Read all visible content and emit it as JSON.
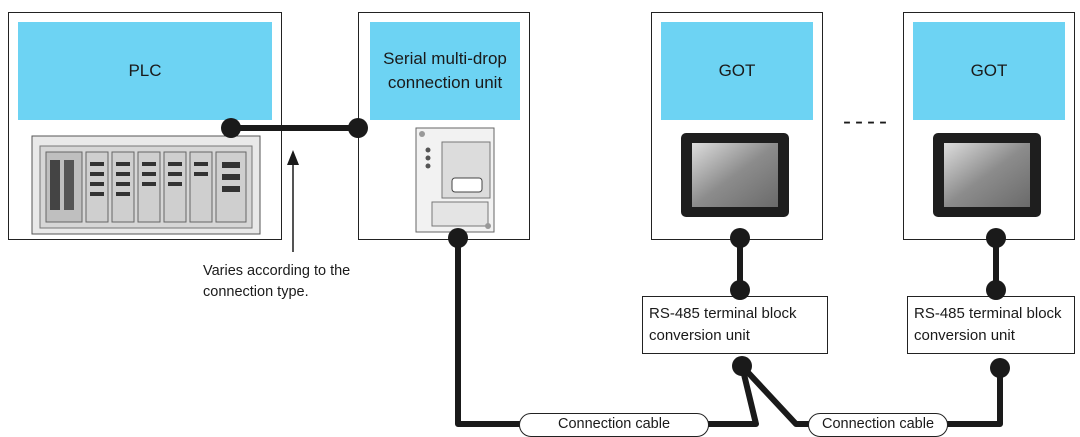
{
  "plc": {
    "label": "PLC"
  },
  "serial_unit": {
    "label": "Serial multi-drop connection unit"
  },
  "got_1": {
    "label": "GOT"
  },
  "got_2": {
    "label": "GOT"
  },
  "ellipsis": "----",
  "varies_note": "Varies according to the connection type.",
  "terminal_unit_1": {
    "label": "RS-485 terminal block conversion unit"
  },
  "terminal_unit_2": {
    "label": "RS-485 terminal block conversion unit"
  },
  "cable_1": {
    "label": "Connection cable"
  },
  "cable_2": {
    "label": "Connection cable"
  },
  "colors": {
    "label_fill": "#6dd3f3",
    "line": "#1a1a1a"
  }
}
